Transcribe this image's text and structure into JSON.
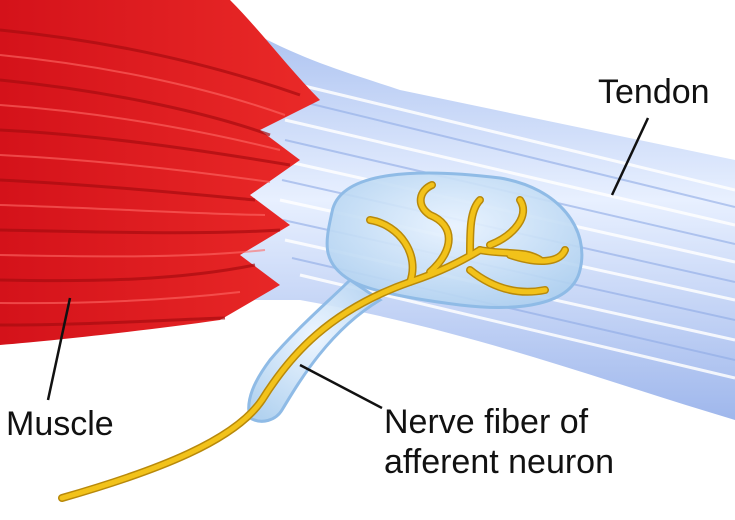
{
  "labels": {
    "tendon": "Tendon",
    "muscle": "Muscle",
    "nerve_line1": "Nerve fiber of",
    "nerve_line2": "afferent neuron"
  },
  "colors": {
    "muscle": "#e0151b",
    "muscle_dark": "#a80c10",
    "tendon": "#bcd0f4",
    "tendon_light": "#eef4ff",
    "organ_capsule": "#cfe3f7",
    "nerve": "#f2c21a",
    "nerve_outline": "#b8890a",
    "leader": "#111111"
  }
}
